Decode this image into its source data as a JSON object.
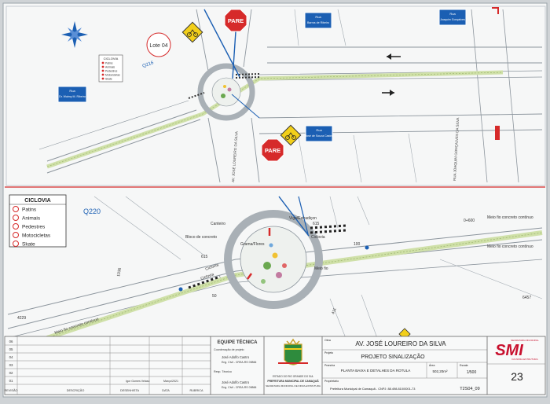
{
  "top_plan": {
    "lote_label": "Lote 04",
    "q_label": "Q216",
    "stop_text": "PARE",
    "street_signs": [
      {
        "kind": "Rua",
        "name": "Dr. Walmy M. Ribeiro"
      },
      {
        "kind": "Rua",
        "name": "Barros de Ribeiro"
      },
      {
        "kind": "Rua",
        "name": "José de Souza Castro"
      },
      {
        "kind": "Rua",
        "name": "Joaquim Gonçalves"
      }
    ],
    "vertical_streets": [
      "AV. JOSÉ LOUREIRO DA SILVA",
      "RUA JOAQUIM GONÇALVES DA SILVA"
    ],
    "small_legend_title": "CICLOVIA",
    "small_legend_items": [
      "Patins",
      "Animais",
      "Pedestres",
      "Motocicletas",
      "Skate"
    ]
  },
  "bottom_plan": {
    "legend_title": "CICLOVIA",
    "legend_items": [
      "Patins",
      "Animais",
      "Pedestres",
      "Motocicletas",
      "Skate"
    ],
    "q_label": "Q220",
    "labels": {
      "canteiro": "Canteiro",
      "bloco": "Bloco de concreto",
      "grama": "Grama/Flores",
      "viga": "Viga/Estradiçon",
      "ciclovia_a": "Ciclovia",
      "ciclovia_b": "Ciclovia",
      "ciclovia_c": "Ciclovia",
      "meio_fio": "Meio fio",
      "meio_fio_top": "Meio fio concreto contínuo",
      "meio_fio_mid": "Meio fio concreto contínuo",
      "meio_fio_left": "Meio fio concreto contínuo",
      "dim_600": "0+600",
      "dim_6457": "6457",
      "dim_4229": "4229",
      "dim_1036": "1036",
      "dim_615": "615",
      "dim_615b": "615",
      "dim_100": "100",
      "dim_50": "50",
      "dim_411": "411"
    }
  },
  "title_block": {
    "equipe_title": "EQUIPE TÉCNICA",
    "coordination": "Coordenação de projeto",
    "engineer_1": "José Adolfo Castro",
    "engineer_1_reg": "Eng. Civil - CREA-RS 09866",
    "technician": "Resp. Técnico",
    "engineer_2": "José Adolfo Castro",
    "engineer_2_reg": "Eng. Civil - CREA-RS 09866",
    "col_revisao": "REVISÃO",
    "col_descricao": "DESCRIÇÃO",
    "col_desenhista": "DESENHISTA",
    "col_data": "DATA",
    "col_rubrica": "RUBRICA",
    "drawn_by": "Igor Gomes Velasc",
    "drawn_date": "Março/2021",
    "rows": [
      "06",
      "05",
      "04",
      "03",
      "02",
      "01"
    ],
    "org_line_1": "ESTADO DO RIO GRANDE DO SUL",
    "org_line_2": "PREFEITURA MUNICIPAL DE CAMAQUÃ",
    "org_line_3": "SECRETARIA MUNICIPAL DE INFRA-ESTRUTURA",
    "obra_label": "Obra",
    "obra": "AV. JOSÉ LOUREIRO DA SILVA",
    "projeto_label": "Projeto",
    "projeto": "PROJETO SINALIZAÇÃO",
    "prancha_label": "Prancha",
    "prancha": "PLANTA BAIXA E DETALHES DA ROTULA",
    "area_label": "Área",
    "area": "502,20m²",
    "escala_label": "Escala",
    "escala": "1/500",
    "proprietario_label": "Proprietário",
    "proprietario": "Prefeitura Municipal de Camaquã - CNPJ: 88.498.810/0001-73",
    "code": "T2S04_09",
    "sheet_number": "23",
    "logo_text": "SMI",
    "logo_caption_1": "SECRETARIA MUNICIPAL",
    "logo_caption_2": "DA INFRA-ESTRUTURA"
  },
  "colors": {
    "paper": "#f7f8f8",
    "line": "#7d8790",
    "blue_sign": "#1b5fb3",
    "stop_red": "#d62a2a",
    "warning_yellow": "#f2cf1a",
    "bike_lane": "#cfe0a8",
    "title_red": "#c8102e"
  }
}
